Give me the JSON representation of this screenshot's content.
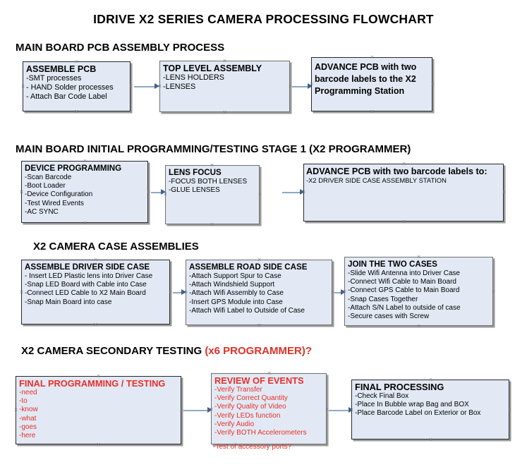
{
  "document": {
    "title": "IDRIVE X2  SERIES CAMERA PROCESSING FLOWCHART"
  },
  "sections": [
    {
      "heading": "MAIN BOARD PCB ASSEMBLY PROCESS",
      "heading_accent": "",
      "boxes": [
        {
          "title": "ASSEMBLE PCB",
          "lines": [
            " -SMT processes",
            "- HAND Solder processes",
            "- Attach Bar Code Label"
          ]
        },
        {
          "title": "TOP LEVEL ASSEMBLY",
          "lines": [
            "-LENS HOLDERS",
            "-LENSES"
          ]
        },
        {
          "title": "ADVANCE PCB with two barcode labels to the  X2 Programming Station",
          "lines": []
        }
      ]
    },
    {
      "heading": "MAIN BOARD INITIAL PROGRAMMING/TESTING STAGE 1 (X2 PROGRAMMER)",
      "heading_accent": "",
      "boxes": [
        {
          "title": "DEVICE PROGRAMMING",
          "lines": [
            "-Scan Barcode",
            "-Boot Loader",
            "-Device Configuration",
            "-Test Wired Events",
            "-AC SYNC"
          ]
        },
        {
          "title": "LENS FOCUS",
          "lines": [
            "-FOCUS BOTH LENSES",
            "-GLUE LENSES"
          ]
        },
        {
          "title": "ADVANCE PCB with two barcode labels to:",
          "lines": [
            "-X2 DRIVER  SIDE  CASE  ASSEMBLY STATION"
          ]
        }
      ]
    },
    {
      "heading": "X2 CAMERA CASE ASSEMBLIES",
      "heading_accent": "",
      "boxes": [
        {
          "title": "ASSEMBLE DRIVER SIDE CASE",
          "lines": [
            "- Insert LED Plastic lens into Driver Case",
            "-Snap LED Board with Cable into Case",
            "-Connect LED Cable to X2 Main Board",
            "-Snap Main Board into case"
          ]
        },
        {
          "title": "ASSEMBLE ROAD SIDE CASE",
          "lines": [
            "-Attach Support Spur to Case",
            "-Attach Windshield Support",
            "-Attach Wifi Assembly to Case",
            "-Insert GPS Module into Case",
            "-Attach Wifi Label to Outside of Case"
          ]
        },
        {
          "title": "JOIN THE TWO CASES",
          "lines": [
            "-Slide Wifi Antenna into Driver Case",
            "-Connect Wifi Cable to Main Board",
            "-Connect GPS Cable to Main Board",
            "-Snap Cases Together",
            "-Attach S/N Label to outside of case",
            "-Secure cases with Screw"
          ]
        }
      ]
    },
    {
      "heading": "X2 CAMERA SECONDARY TESTING ",
      "heading_accent": "(x6 PROGRAMMER)?",
      "boxes": [
        {
          "title": "FINAL PROGRAMMING / TESTING",
          "lines": [
            "-need",
            "-to",
            "-know",
            "-what",
            "-goes",
            "-here"
          ]
        },
        {
          "title": "REVIEW OF EVENTS",
          "lines": [
            "-Verify Transfer",
            "-Verify Correct Quantity",
            "-Verify Quality of Video",
            "-Verify LEDs function",
            "-Verify Audio",
            "-Verify BOTH Accelerometers"
          ],
          "overflow_line": "-Test of accessory ports?"
        },
        {
          "title": "FINAL PROCESSING",
          "lines": [
            " -Check Final Box",
            "-Place In Bubble wrap Bag and BOX",
            "-Place Barcode Label on Exterior or Box"
          ]
        }
      ]
    }
  ],
  "colors": {
    "box_fill": "#e2e9f4",
    "box_border": "#25282c",
    "connector": "#8fa9c4",
    "arrow": "#3e5f96",
    "accent_red": "#e8302a",
    "handle": "#7d7d7d"
  }
}
